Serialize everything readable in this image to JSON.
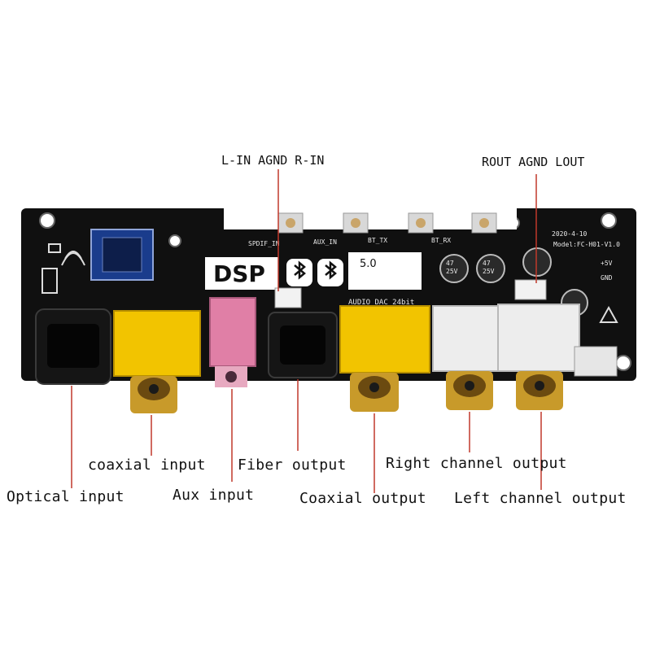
{
  "labels": {
    "top_left": "L-IN AGND R-IN",
    "top_right": "ROUT AGND LOUT",
    "coaxial_input": "coaxial input",
    "fiber_output": "Fiber output",
    "right_channel_output": "Right channel output",
    "optical_input": "Optical input",
    "aux_input": "Aux input",
    "coaxial_output": "Coaxial output",
    "left_channel_output": "Left channel output"
  },
  "board": {
    "dsp": "DSP",
    "version": "5.0",
    "dac_text": "AUDIO DAC 24bit",
    "date": "2020-4-10",
    "model": "Model:FC-H01-V1.0",
    "spdif_in": "SPDIF_IN",
    "aux_in": "AUX_IN",
    "bt_tx": "BT_TX",
    "bt_rx": "BT_RX",
    "plus5v": "+5V",
    "gnd": "GND",
    "cap_value": "47",
    "cap_voltage": "25V"
  },
  "colors": {
    "pcb": "#111111",
    "yellow_jack": "#f2c400",
    "pink_jack": "#e07fa6",
    "gold": "#c89a2a",
    "leader_red": "#c0392b"
  },
  "icons": [
    "bluetooth-icon",
    "wifi-antenna-icon",
    "warning-icon"
  ]
}
